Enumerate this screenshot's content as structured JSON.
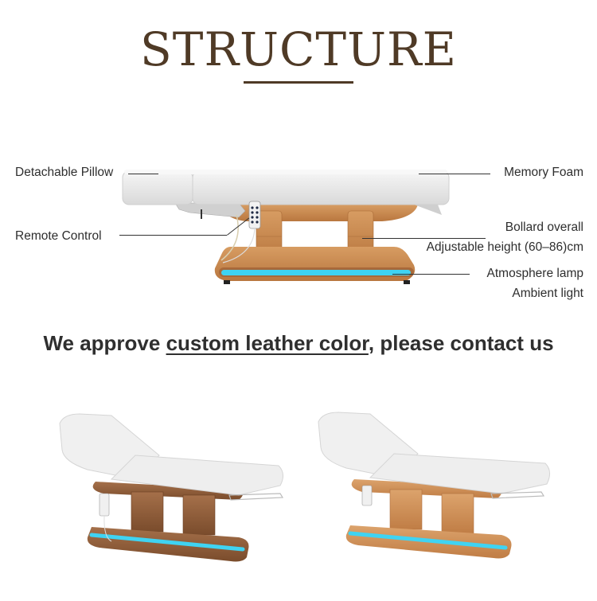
{
  "header": {
    "title": "STRUCTURE"
  },
  "diagram": {
    "labels": {
      "detachable_pillow": "Detachable Pillow",
      "remote_control": "Remote Control",
      "memory_foam": "Memory Foam",
      "bollard_line1": "Bollard overall",
      "bollard_line2": "Adjustable height (60–86)cm",
      "lamp_line1": "Atmosphere lamp",
      "lamp_line2": "Ambient light"
    }
  },
  "headline": {
    "prefix": "We approve ",
    "underlined": "custom leather color",
    "suffix": ", please contact us"
  },
  "colors": {
    "title_brown": "#4f3a26",
    "wood_light": "#c98c4f",
    "wood_dark": "#8a5a35",
    "lamp_blue": "#3fd3f2",
    "leather_white": "#eeeeee"
  },
  "gallery": [
    {
      "variant": "dark-walnut-base"
    },
    {
      "variant": "light-oak-base"
    }
  ]
}
